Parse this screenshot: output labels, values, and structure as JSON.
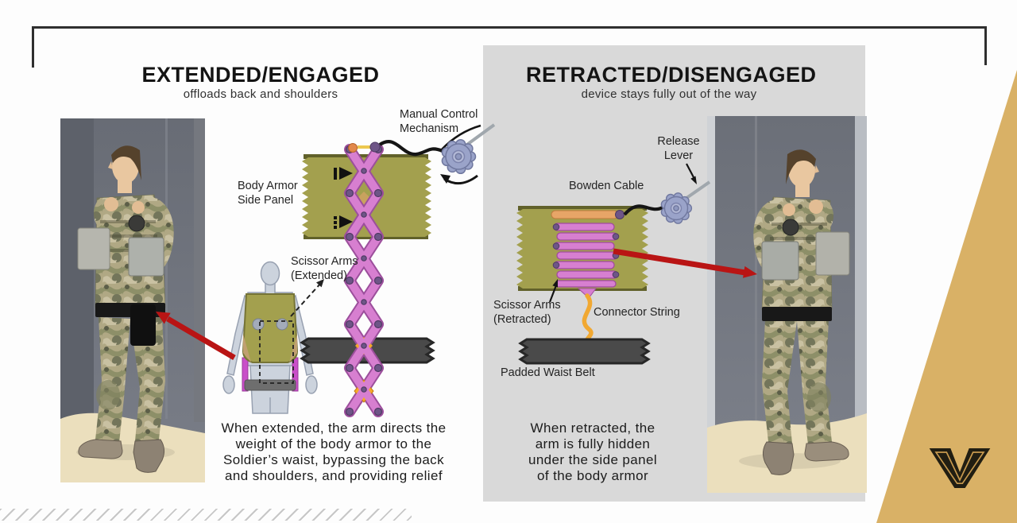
{
  "extended_panel": {
    "title": "EXTENDED/ENGAGED",
    "subtitle": "offloads back and shoulders",
    "labels": {
      "manual_control": "Manual Control\nMechanism",
      "body_armor_side_panel": "Body Armor\nSide Panel",
      "scissor_arms": "Scissor Arms\n(Extended)"
    },
    "caption": "When extended, the arm directs the\nweight of the body armor to the\nSoldier’s waist, bypassing the back\nand shoulders, and providing relief"
  },
  "retracted_panel": {
    "title": "RETRACTED/DISENGAGED",
    "subtitle": "device stays fully out of the way",
    "labels": {
      "release_lever": "Release\nLever",
      "bowden_cable": "Bowden Cable",
      "scissor_arms": "Scissor Arms\n(Retracted)",
      "connector_string": "Connector String",
      "padded_waist_belt": "Padded Waist Belt"
    },
    "caption": "When retracted, the\narm is fully hidden\nunder the side panel\nof the body armor"
  },
  "branding": {
    "logo_letter": "V"
  },
  "colors": {
    "gold": "#d9b166",
    "red_arrow": "#b91414",
    "olive_panel": "#a3a04e",
    "scissor_pink": "#d77fd0",
    "joint_purple": "#6e5587",
    "gear_blue": "#9aa3c9",
    "panel_gray": "#d9d9d9",
    "belt_gray": "#4a4a4a",
    "string_orange": "#f1a832"
  }
}
